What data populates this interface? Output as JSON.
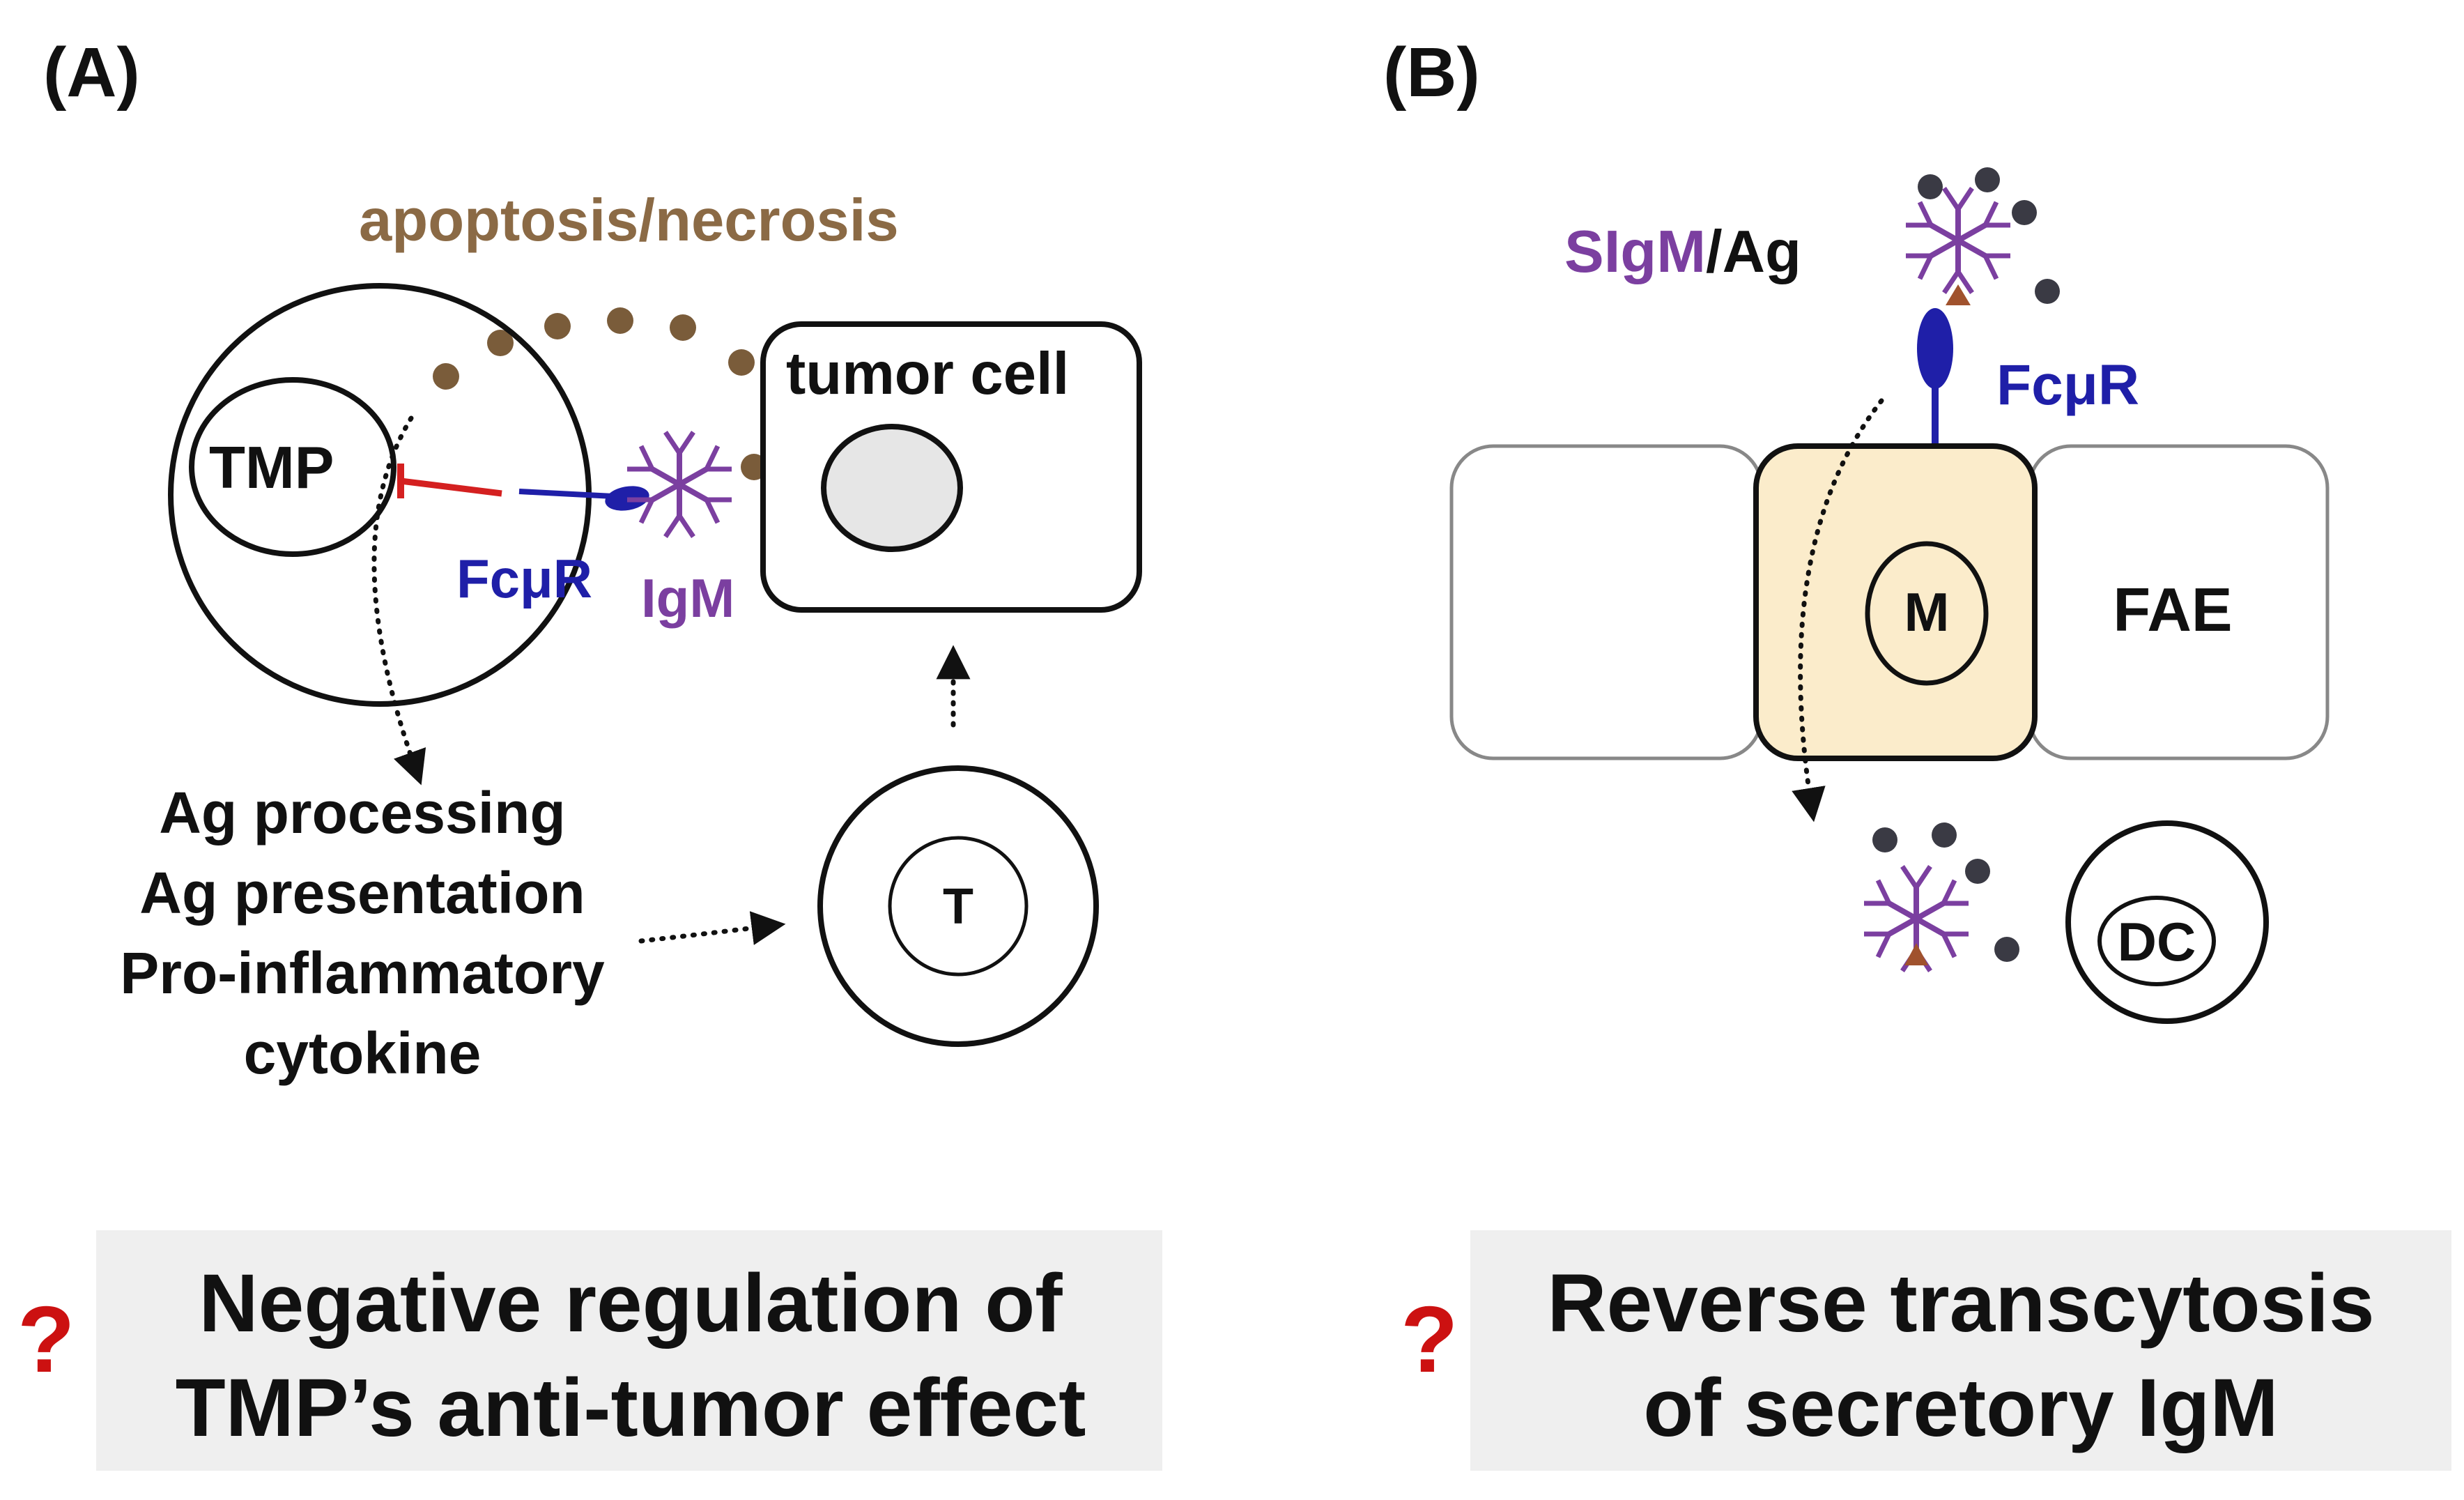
{
  "panel_a": {
    "label": "(A)",
    "apoptosis_label": "apoptosis/necrosis",
    "tumor_cell_label": "tumor cell",
    "tmp_label": "TMP",
    "fcmur_label": "FcμR",
    "igm_label": "IgM",
    "t_cell_label": "T",
    "outcomes": [
      "Ag processing",
      "Ag presentation",
      "Pro-inflammatory",
      "cytokine"
    ],
    "question_mark": "?",
    "caption": [
      "Negative regulation of",
      "TMP’s anti-tumor effect"
    ]
  },
  "panel_b": {
    "label": "(B)",
    "sigm_label": "SIgM",
    "ag_label": "/Ag",
    "fcmur_label": "FcμR",
    "m_cell_label": "M",
    "fae_label": "FAE",
    "dc_label": "DC",
    "question_mark": "?",
    "caption": [
      "Reverse transcytosis",
      "of secretory IgM"
    ]
  },
  "colors": {
    "igm_purple": "#7b3fa0",
    "fcmur_blue": "#1f1fa8",
    "apoptosis_brown": "#8b6a45",
    "inhibition_red": "#d42020",
    "m_cell_fill": "#fbeccb",
    "caption_box": "#efefef",
    "question_red": "#cc1111"
  }
}
